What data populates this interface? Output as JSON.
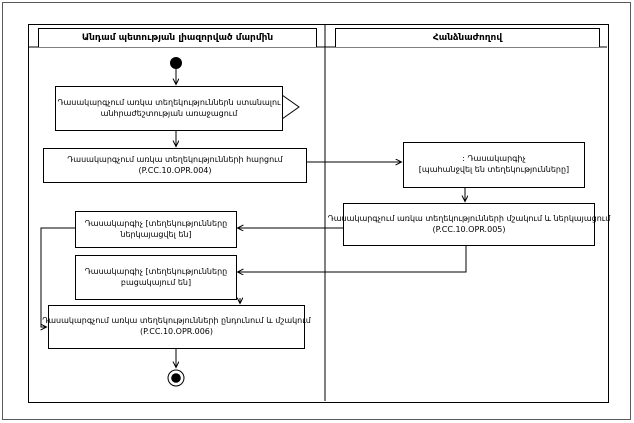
{
  "diagram": {
    "title_hint": "activity-diagram",
    "lanes": [
      {
        "label": "Անդամ պետության լիազորված մարմին"
      },
      {
        "label": "Հանձնաժողով"
      }
    ],
    "nodes": {
      "box1": {
        "line1": "Դասակարգչում առկա տեղեկություններն ստանալու",
        "line2": "անհրաժեշտության առաջացում"
      },
      "box2": {
        "line1": "Դասակարգչում առկա տեղեկությունների հարցում",
        "line2": "(P.CC.10.OPR.004)"
      },
      "rbox1": {
        "line1": ": Դասակարգիչ",
        "line2": "[պահանջվել են տեղեկությունները]"
      },
      "rbox2": {
        "line1": "Դասակարգչում առկա տեղեկությունների մշակում և ներկայացում",
        "line2": "(P.CC.10.OPR.005)"
      },
      "box3": {
        "line1": "Դասակարգիչ [տեղեկությունները",
        "line2": "ներկայացվել են]"
      },
      "box4": {
        "line1": "Դասակարգիչ [տեղեկությունները",
        "line2": "բացակայում են]"
      },
      "box5": {
        "line1": "Դասակարգչում առկա տեղեկությունների ընդունում և մշակում",
        "line2": "(P.CC.10.OPR.006)"
      }
    },
    "colors": {
      "line": "#000000",
      "background": "#ffffff",
      "outer_border": "#595959"
    }
  }
}
